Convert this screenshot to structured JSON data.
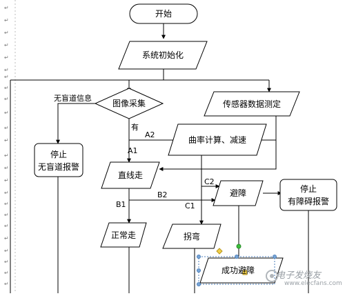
{
  "nodes": {
    "start": "开始",
    "init": "系统初始化",
    "image_capture": "图像采集",
    "sensor_measure": "传感器数据测定",
    "curvature": "曲率计算、减速",
    "straight": "直线走",
    "obstacle": "避障",
    "normal": "正常走",
    "turn": "拐弯",
    "success": "成功避障",
    "stop_no_lane_1": "停止",
    "stop_no_lane_2": "无盲道报警",
    "stop_obstacle_1": "停止",
    "stop_obstacle_2": "有障碍报警"
  },
  "labels": {
    "no_lane_info": "无盲道信息",
    "has": "有",
    "a1": "A1",
    "a2": "A2",
    "b1": "B1",
    "b2": "B2",
    "c1": "C1",
    "c2": "C2"
  },
  "gutter_mark": "↵",
  "watermark": {
    "title": "电子发烧友",
    "url": "www.elecfans.com"
  }
}
